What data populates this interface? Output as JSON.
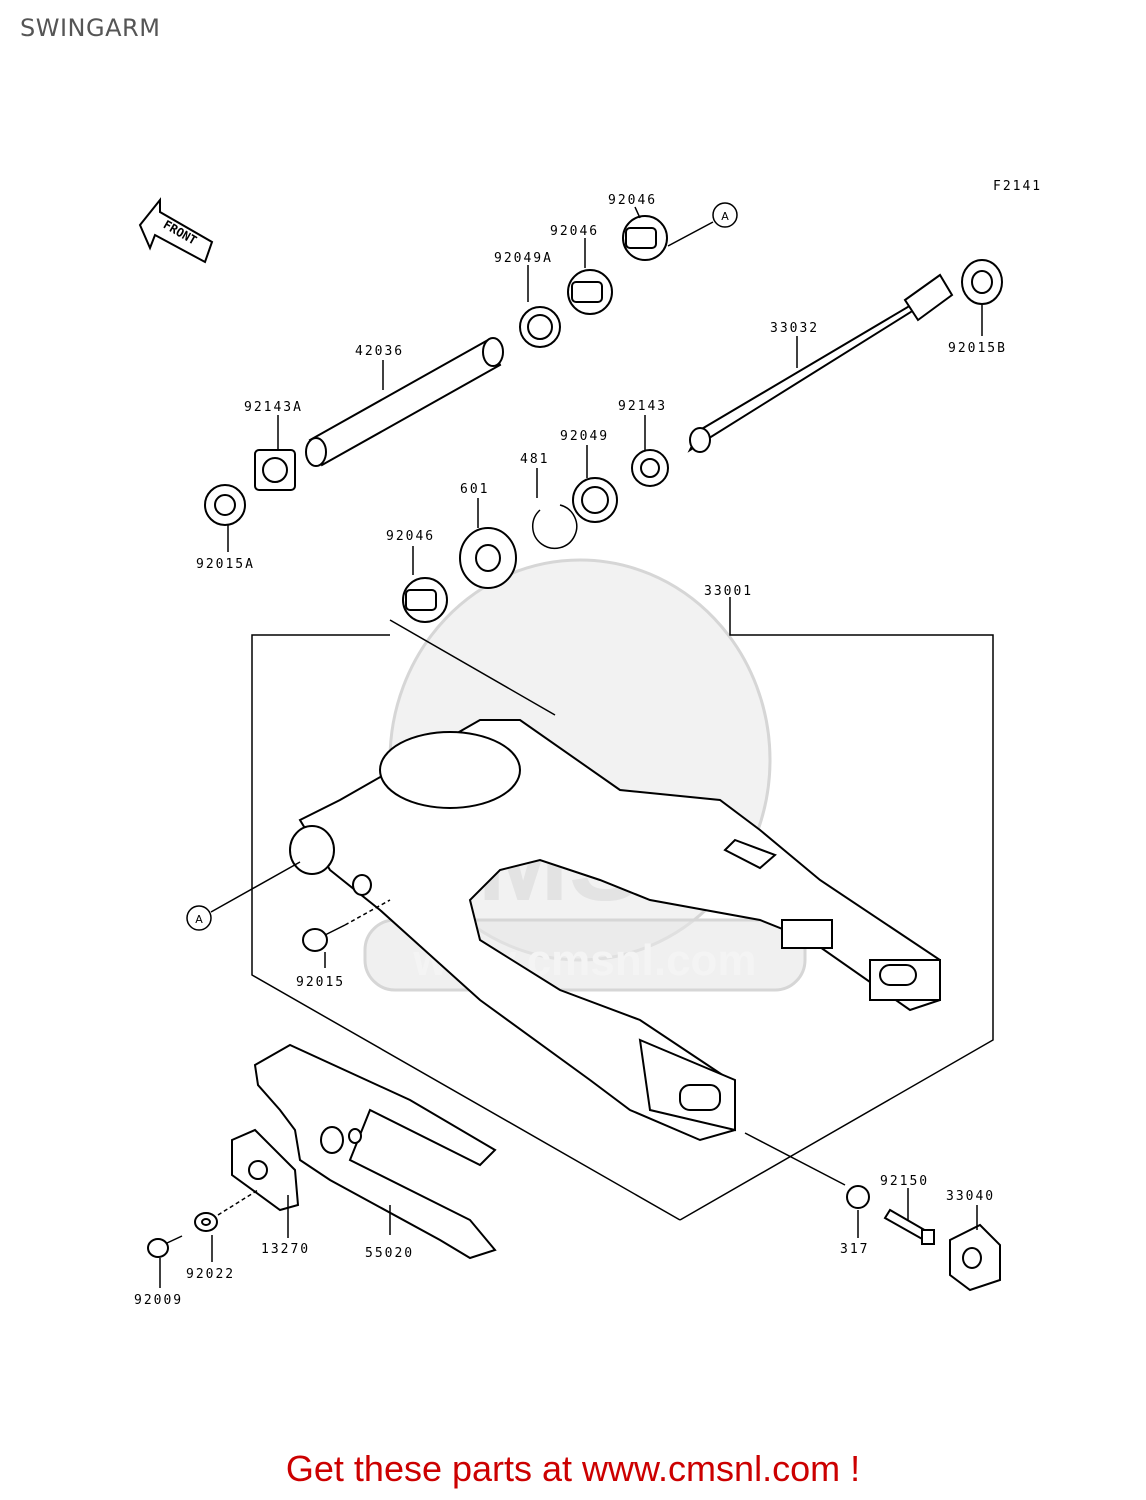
{
  "page": {
    "title": "SWINGARM"
  },
  "diagram": {
    "figure_code": "F2141",
    "front_label": "FRONT",
    "ref_marker": "A",
    "watermark": "CMS www.cmsnl.com",
    "labels": {
      "p92046_top": "92046",
      "p92046_mid": "92046",
      "p92049A": "92049A",
      "p33032": "33032",
      "p92015B": "92015B",
      "p42036": "42036",
      "p92143A": "92143A",
      "p92143": "92143",
      "p92049": "92049",
      "p481": "481",
      "p601": "601",
      "p92046_low": "92046",
      "p92015A": "92015A",
      "p33001": "33001",
      "p92015": "92015",
      "p92150": "92150",
      "p33040": "33040",
      "p317": "317",
      "p13270": "13270",
      "p55020": "55020",
      "p92022": "92022",
      "p92009": "92009"
    }
  },
  "footer": {
    "promo": "Get these parts at www.cmsnl.com !"
  }
}
